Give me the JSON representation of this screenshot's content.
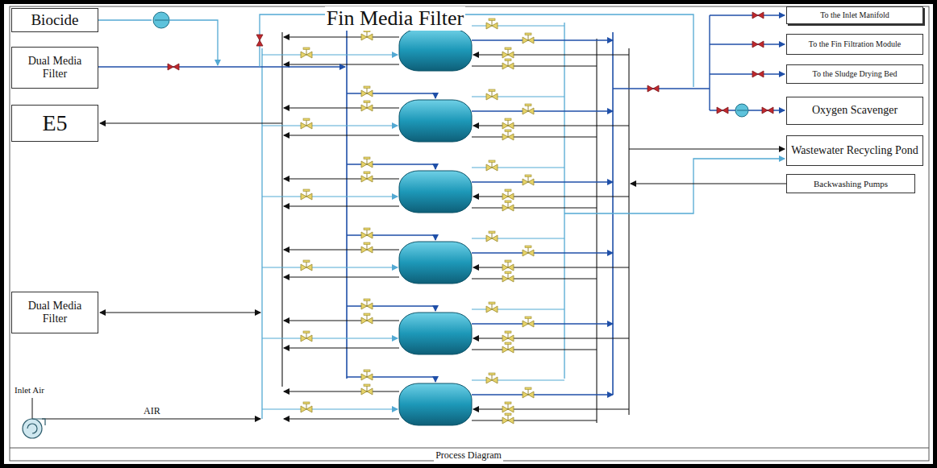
{
  "diagram": {
    "title": "Fin Media Filter",
    "caption": "Process Diagram",
    "nodes": [
      {
        "text": [
          "Biocide"
        ]
      },
      {
        "text": [
          "Dual Media Filter"
        ]
      },
      {
        "text": [
          "To the Inlet Manifold"
        ]
      },
      {
        "text": [
          "To the Fin Filtration Module"
        ]
      },
      {
        "text": [
          "To the Sludge Drying Bed"
        ]
      },
      {
        "text": [
          "Oxygen Scavenger"
        ]
      },
      {
        "text": [
          "E5"
        ]
      },
      {
        "text": [
          "Wastewater Recycling Pond"
        ]
      },
      {
        "text": [
          "Backwashing Pumps"
        ]
      },
      {
        "text": [
          "Dual Media Filter"
        ]
      }
    ],
    "labels": [
      "Inlet Air",
      "AIR"
    ]
  }
}
